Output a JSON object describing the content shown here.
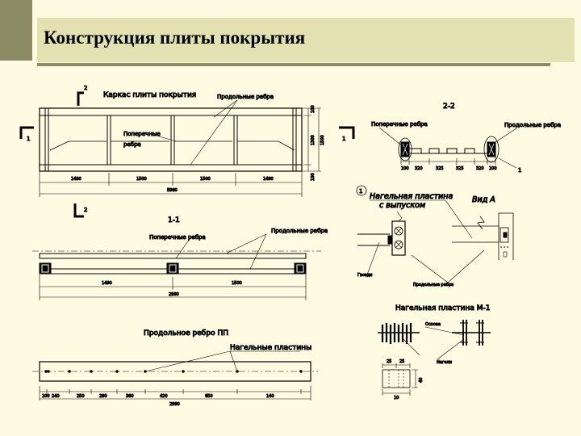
{
  "title": "Конструкция плиты покрытия",
  "frame": {
    "title": "Каркас плиты покрытия",
    "longitudinal": "Продольные ребра",
    "transverse_1": "Поперечные",
    "transverse_2": "ребра",
    "section_2": "2",
    "section_1": "1",
    "dims_bottom": [
      "1490",
      "1500",
      "1500",
      "1490"
    ],
    "dim_total": "5980",
    "dims_right": [
      "100",
      "1300",
      "1500",
      "100"
    ]
  },
  "section_11": {
    "title": "1-1",
    "transverse": "Поперечные ребра",
    "longitudinal": "Продольные ребра",
    "dims": [
      "1490",
      "1500"
    ],
    "dim_total": "2990"
  },
  "section_22": {
    "title": "2-2",
    "transverse": "Поперечные ребра",
    "longitudinal": "Продольные ребра",
    "dims": [
      "100",
      "320",
      "325",
      "325",
      "320",
      "100"
    ],
    "mark": "1"
  },
  "rib": {
    "title": "Продольное ребро ПП",
    "plates": "Нагельные пластины",
    "dims": [
      "100",
      "240",
      "250",
      "280",
      "360",
      "420",
      "650",
      "140"
    ],
    "dim_total": "2990"
  },
  "node": {
    "number": "1",
    "plate_1": "Нагельная пластина",
    "plate_2": "с выпуском",
    "view": "Вид А",
    "nails": "Гвозди",
    "longitudinal": "Продольные ребра"
  },
  "plate_m1": {
    "title": "Нагельная пластина М-1",
    "base": "Основа",
    "nails": "Нагели",
    "dims_top": [
      "25",
      "25"
    ],
    "dim_bottom": "10",
    "dim_side": "40"
  }
}
